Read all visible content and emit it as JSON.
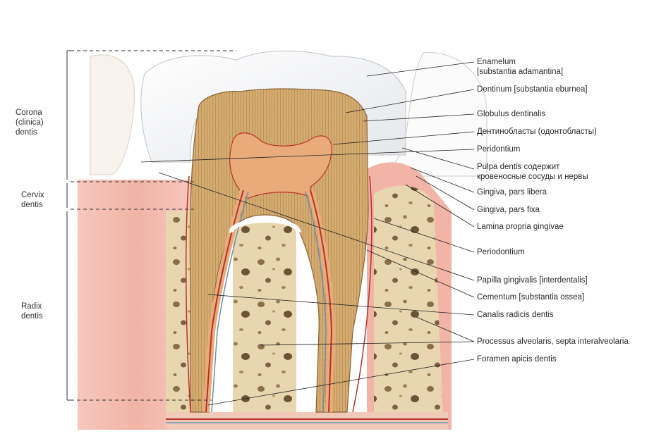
{
  "regions": {
    "corona": "Corona\n(clinica)\ndentis",
    "cervix": "Cervix\ndentis",
    "radix": "Radix\ndentis"
  },
  "labels": [
    "Enamelum\n[substantia adamantina]",
    "Dentinum [substantia eburnea]",
    "Globulus dentinalis",
    "Дентинобласты (одонтобласты)",
    "Peridontium",
    "Pulpa dentis содержит\nкровеносные сосуды и нервы",
    "Gingiva, pars libera",
    "Gingiva, pars fixa",
    "Lamina propria gingivae",
    "Periodontium",
    "Papilla gingivalis [interdentalis]",
    "Cementum [substantia ossea]",
    "Canalis radicis dentis",
    "Processus alveolaris, septa interalveolaria",
    "Foramen apicis dentis"
  ],
  "colors": {
    "enamel": "#f4f4f6",
    "dentin": "#d4ab6e",
    "pulp": "#e8a877",
    "gingiva": "#f2b9ad",
    "bone": "#e9d8b4",
    "vessel_red": "#b8332a",
    "vessel_blue": "#6d8fb0"
  }
}
